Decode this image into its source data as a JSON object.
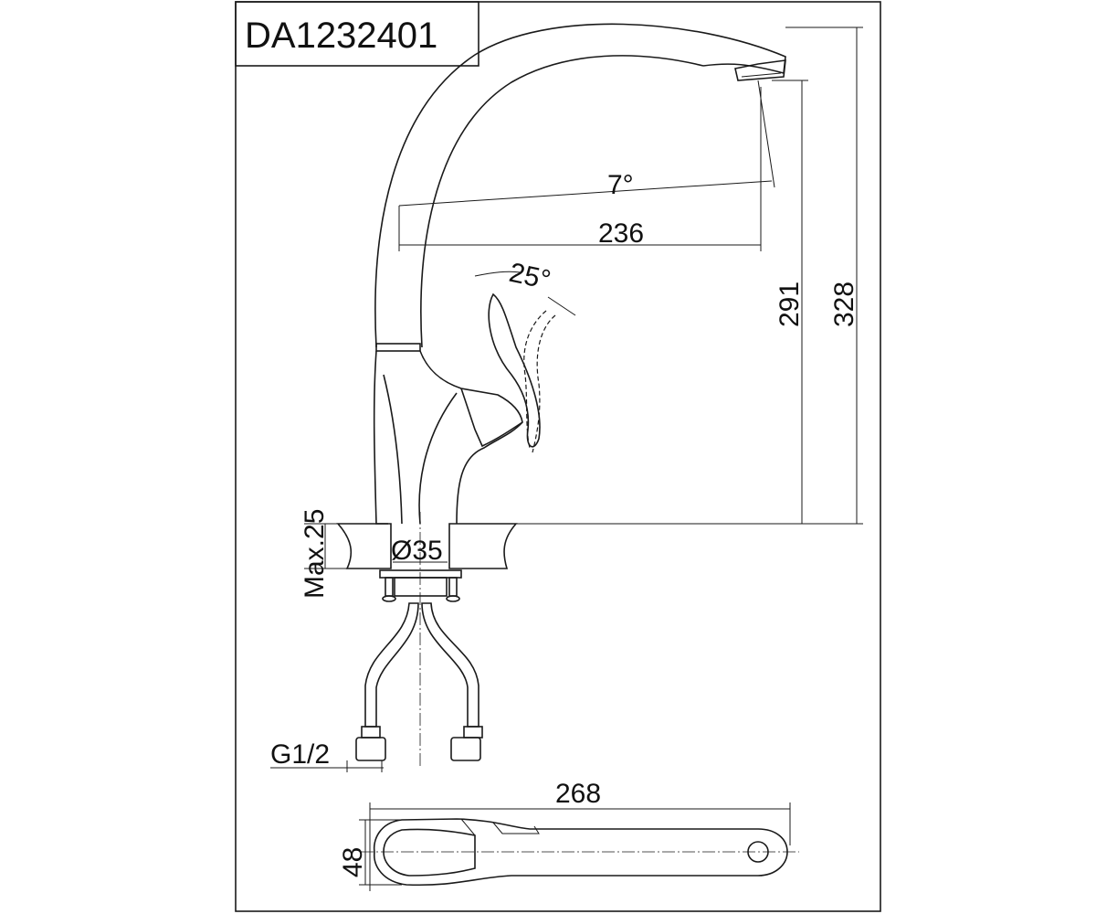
{
  "drawing": {
    "model": "DA1232401",
    "dimensions": {
      "spout_angle": "7°",
      "spout_reach": "236",
      "handle_angle": "25°",
      "spout_height": "291",
      "total_height": "328",
      "max_counter_thickness": "Max.25",
      "hole_diameter": "Ø35",
      "connection_thread": "G1/2",
      "total_length": "268",
      "width": "48"
    }
  }
}
